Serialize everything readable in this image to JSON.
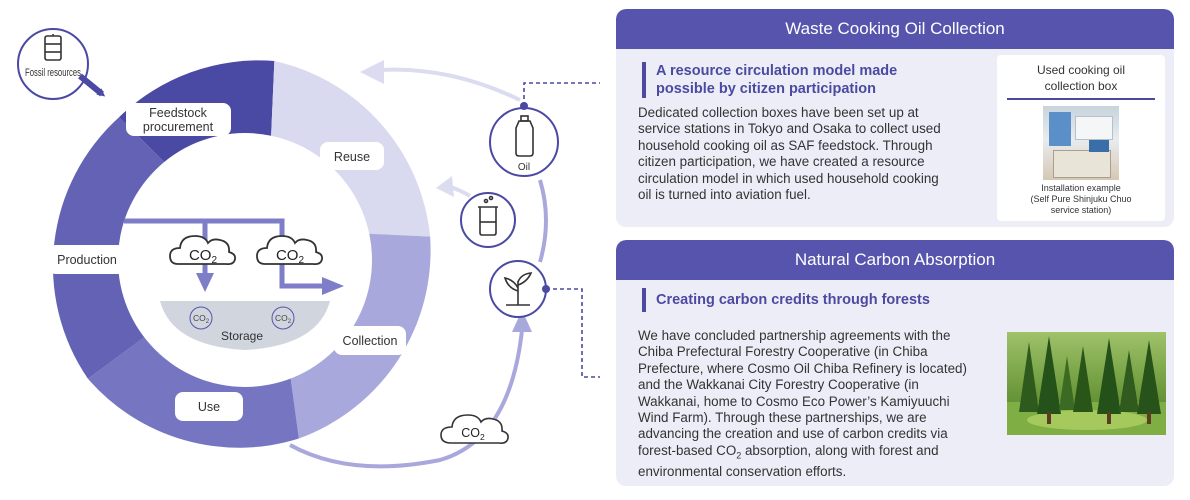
{
  "diagram": {
    "fossil": "Fossil resources",
    "feedstock": [
      "Feedstock",
      "procurement"
    ],
    "reuse": "Reuse",
    "production": "Production",
    "collection": "Collection",
    "use": "Use",
    "storage": "Storage",
    "co2_main": "CO",
    "co2_sub": "2",
    "oil_label": "Oil"
  },
  "panel1": {
    "title": "Waste Cooking Oil Collection",
    "subtitle": [
      "A resource circulation model made",
      "possible by citizen participation"
    ],
    "body": [
      "Dedicated collection boxes have been set up at",
      "service stations in Tokyo and Osaka to collect used",
      "household cooking oil as SAF feedstock. Through",
      "citizen participation, we have created a resource",
      "circulation model in which used household cooking",
      "oil is turned into aviation fuel."
    ],
    "card_title": [
      "Used cooking oil",
      "collection box"
    ],
    "caption": [
      "Installation example",
      "(Self Pure Shinjuku Chuo",
      "service station)"
    ]
  },
  "panel2": {
    "title": "Natural Carbon Absorption",
    "subtitle": "Creating carbon credits through forests",
    "body": [
      "We have concluded partnership agreements with the",
      "Chiba Prefectural Forestry Cooperative (in Chiba",
      "Prefecture, where Cosmo Oil Chiba Refinery is located)",
      "and the Wakkanai City Forestry Cooperative (in",
      "Wakkanai, home to Cosmo Eco Power’s Kamiyuuchi",
      "Wind Farm). Through these partnerships, we are",
      "advancing the creation and use of carbon credits via"
    ],
    "body_co2_prefix": "forest-based CO",
    "body_co2_sub": "2",
    "body_co2_suffix": " absorption, along with forest and",
    "body_last": "environmental conservation efforts."
  },
  "colors": {
    "dark": "#4a49a3",
    "mid": "#7675c2",
    "light": "#a9a8dd",
    "pale": "#d9d9ef",
    "header": "#5654ad",
    "panel_bg": "#ededf8"
  }
}
